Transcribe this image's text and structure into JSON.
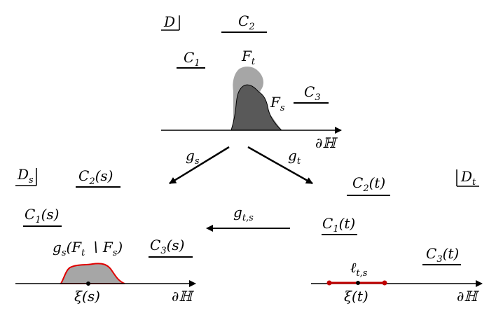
{
  "top": {
    "domain_label": "D",
    "curve_labels": [
      "C",
      "C",
      "C"
    ],
    "curve_subs": [
      "1",
      "2",
      "3"
    ],
    "hull_t": "F",
    "hull_t_sub": "t",
    "hull_s": "F",
    "hull_s_sub": "s",
    "boundary": "∂ℍ"
  },
  "maps": {
    "g_s": "g",
    "g_s_sub": "s",
    "g_t": "g",
    "g_t_sub": "t",
    "g_ts": "g",
    "g_ts_sub": "t,s"
  },
  "left": {
    "domain_label": "D",
    "domain_sub": "s",
    "curve1": "C",
    "curve1_sub": "1",
    "curve1_arg": "(s)",
    "curve2": "C",
    "curve2_sub": "2",
    "curve2_arg": "(s)",
    "curve3": "C",
    "curve3_sub": "3",
    "curve3_arg": "(s)",
    "image_label": "g",
    "image_sub": "s",
    "image_arg": "(F",
    "image_arg_sub1": "t",
    "image_setminus": " ∖ F",
    "image_arg_sub2": "s",
    "image_close": ")",
    "point": "ξ(s)",
    "boundary": "∂ℍ"
  },
  "right": {
    "domain_label": "D",
    "domain_sub": "t",
    "curve1": "C",
    "curve1_sub": "1",
    "curve1_arg": "(t)",
    "curve2": "C",
    "curve2_sub": "2",
    "curve2_arg": "(t)",
    "curve3": "C",
    "curve3_sub": "3",
    "curve3_arg": "(t)",
    "segment_label": "ℓ",
    "segment_sub": "t,s",
    "point": "ξ(t)",
    "boundary": "∂ℍ"
  },
  "colors": {
    "hull_t": "#a6a6a6",
    "hull_s": "#595959",
    "image_fill": "#a6a6a6",
    "image_outline": "#e00000",
    "segment": "#c00000"
  }
}
